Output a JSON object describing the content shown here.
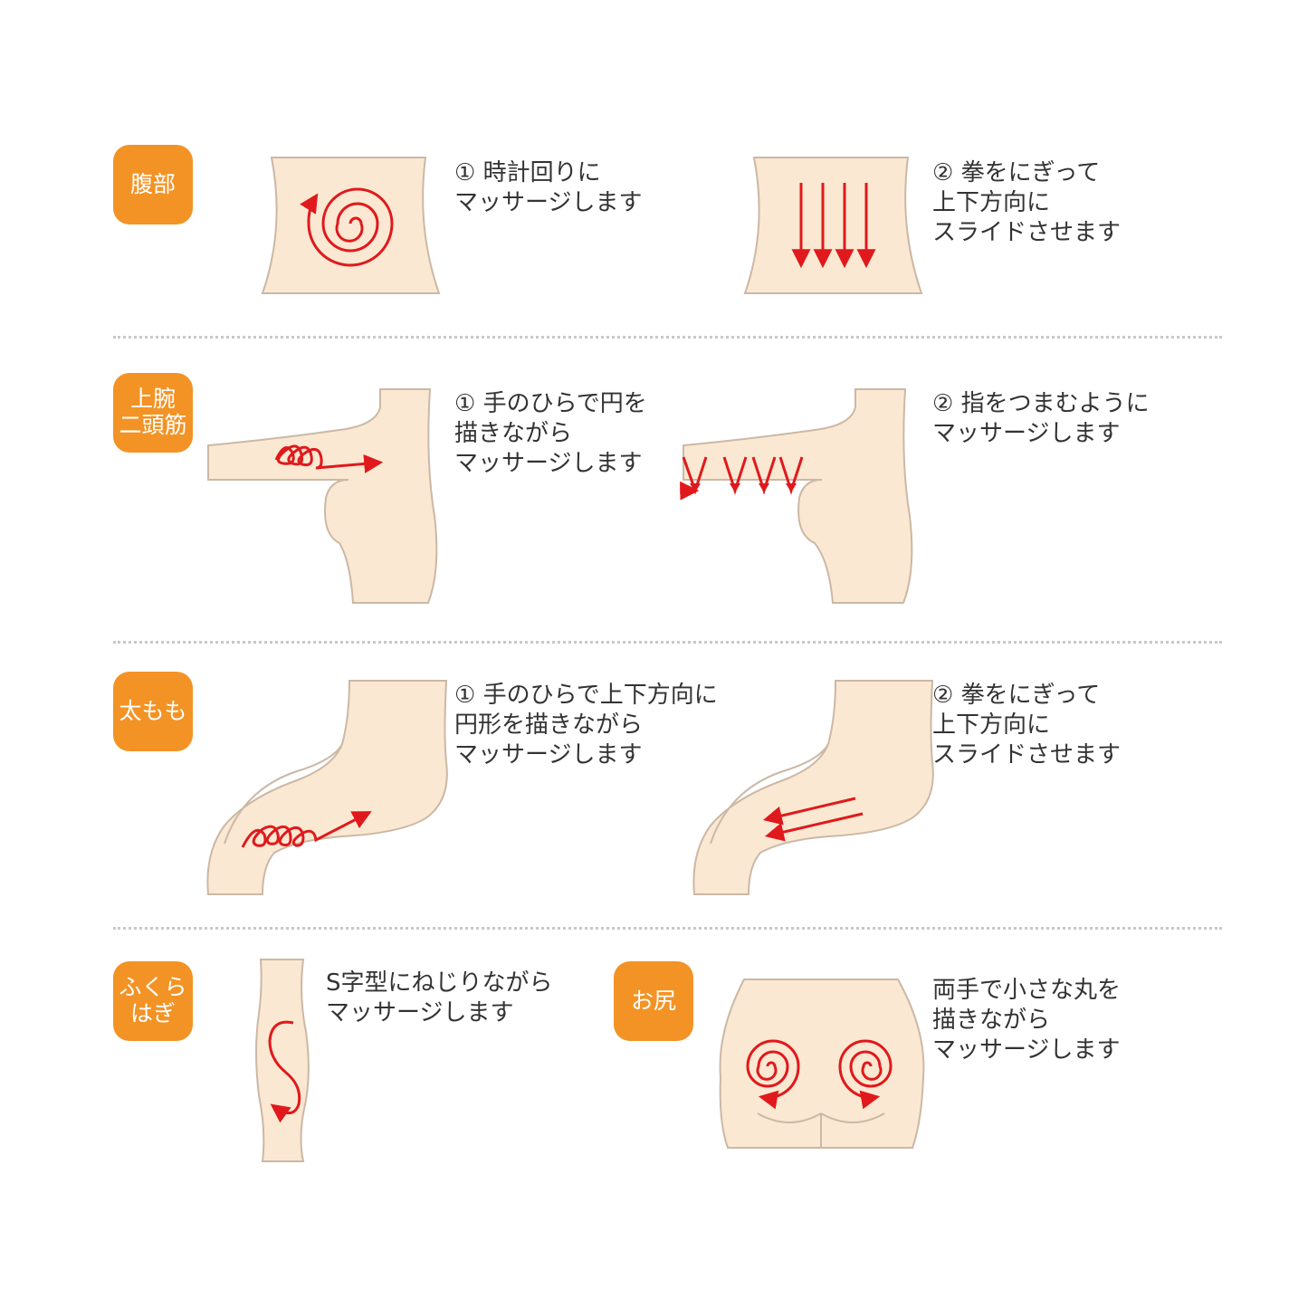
{
  "sections": [
    {
      "badge": [
        "腹部"
      ],
      "steps": [
        {
          "lines": [
            "① 時計回りに",
            "マッサージします"
          ]
        },
        {
          "lines": [
            "② 拳をにぎって",
            "上下方向に",
            "スライドさせます"
          ]
        }
      ]
    },
    {
      "badge": [
        "上腕",
        "二頭筋"
      ],
      "steps": [
        {
          "lines": [
            "① 手のひらで円を",
            "描きながら",
            "マッサージします"
          ]
        },
        {
          "lines": [
            "② 指をつまむように",
            "マッサージします"
          ]
        }
      ]
    },
    {
      "badge": [
        "太もも"
      ],
      "steps": [
        {
          "lines": [
            "① 手のひらで上下方向に",
            "円形を描きながら",
            "マッサージします"
          ]
        },
        {
          "lines": [
            "② 拳をにぎって",
            "上下方向に",
            "スライドさせます"
          ]
        }
      ]
    },
    {
      "badge": [
        "ふくら",
        "はぎ"
      ],
      "steps": [
        {
          "lines": [
            "S字型にねじりながら",
            "マッサージします"
          ]
        }
      ]
    },
    {
      "badge": [
        "お尻"
      ],
      "steps": [
        {
          "lines": [
            "両手で小さな丸を",
            "描きながら",
            "マッサージします"
          ]
        }
      ]
    }
  ],
  "colors": {
    "badge": "#f39325",
    "skin": "#fbe8d2",
    "outline": "#cbb8a6",
    "arrow": "#e0191c",
    "text": "#333333"
  }
}
